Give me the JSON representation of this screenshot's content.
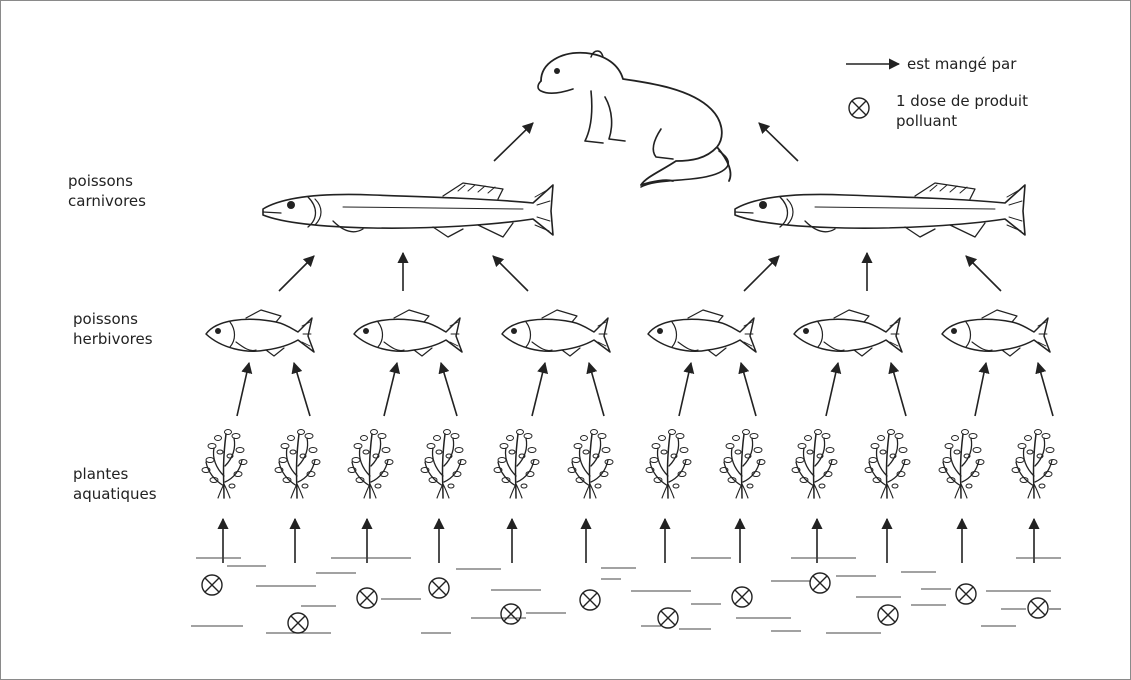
{
  "levels": {
    "carnivores": [
      "poissons",
      "carnivores"
    ],
    "herbivores": [
      "poissons",
      "herbivores"
    ],
    "plants": [
      "plantes",
      "aquatiques"
    ]
  },
  "legend": {
    "arrow_label": "est mangé par",
    "dose_label_line1": "1 dose de produit",
    "dose_label_line2": "polluant"
  },
  "counts": {
    "otter": 1,
    "carnivore_fish": 2,
    "herbivore_fish": 6,
    "plants": 12,
    "pollutant_doses": 12
  },
  "colors": {
    "ink": "#222222",
    "frame": "#8a8a8a"
  }
}
